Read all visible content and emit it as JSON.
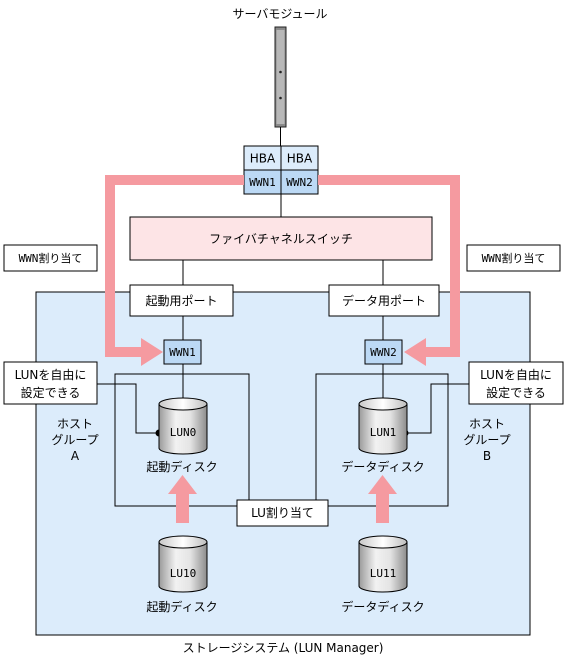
{
  "server_module_label": "サーバモジュール",
  "hba": [
    {
      "label": "HBA",
      "wwn": "WWN1"
    },
    {
      "label": "HBA",
      "wwn": "WWN2"
    }
  ],
  "switch_label": "ファイバチャネルスイッチ",
  "wwn_assign_left": "WWN割り当て",
  "wwn_assign_right": "WWN割り当て",
  "ports": {
    "boot": "起動用ポート",
    "data": "データ用ポート"
  },
  "port_wwn": {
    "left": "WWN1",
    "right": "WWN2"
  },
  "lun_free_left": [
    "LUNを自由に",
    "設定できる"
  ],
  "lun_free_right": [
    "LUNを自由に",
    "設定できる"
  ],
  "host_group_a": [
    "ホスト",
    "グループ",
    "A"
  ],
  "host_group_b": [
    "ホスト",
    "グループ",
    "B"
  ],
  "luns": [
    {
      "name": "LUN0",
      "caption": "起動ディスク"
    },
    {
      "name": "LUN1",
      "caption": "データディスク"
    }
  ],
  "lu_assign_label": "LU割り当て",
  "lus": [
    {
      "name": "LU10",
      "caption": "起動ディスク"
    },
    {
      "name": "LU11",
      "caption": "データディスク"
    }
  ],
  "storage_label": "ストレージシステム (LUN Manager)",
  "colors": {
    "storage_fill": "#dcecfb",
    "switch_fill": "#fde4e6",
    "wwn_fill": "#bcd9f5",
    "arrow": "#f59aa0"
  }
}
